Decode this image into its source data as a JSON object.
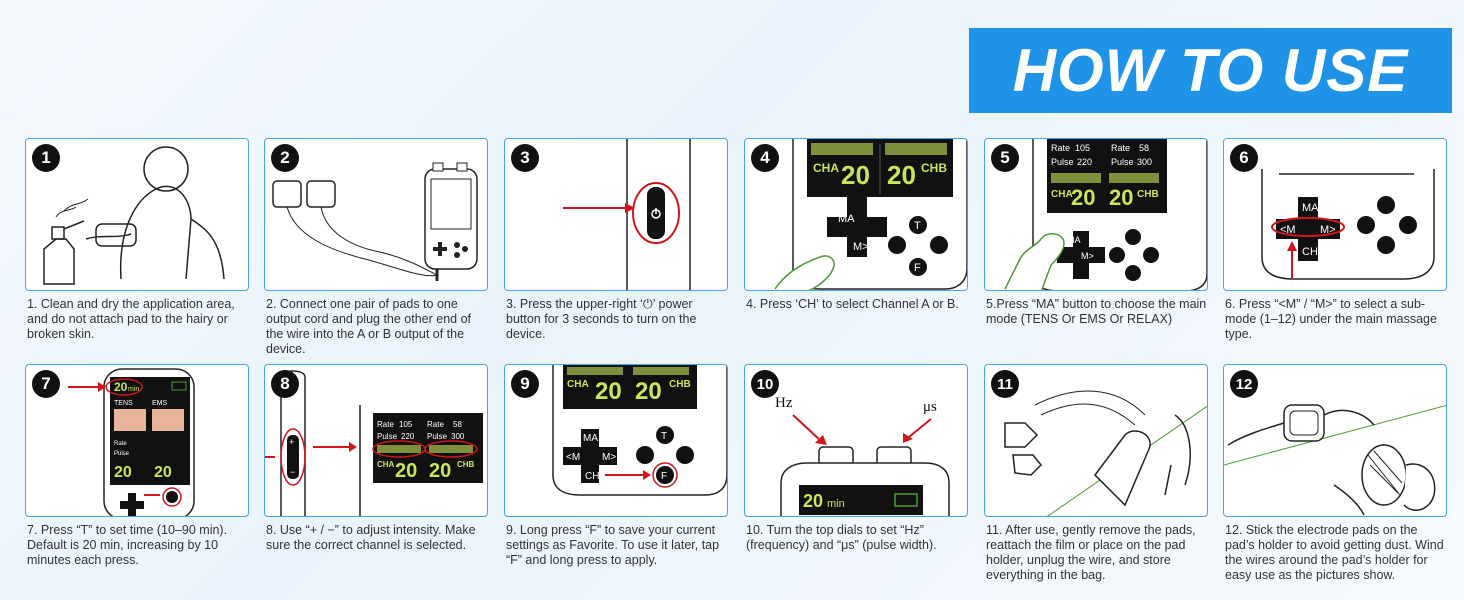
{
  "banner": {
    "title": "HOW TO USE"
  },
  "steps": [
    {
      "num": "1",
      "caption": "1. Clean and dry the application area, and do not attach pad to the hairy or broken skin."
    },
    {
      "num": "2",
      "caption": "2. Connect one pair of pads to one output cord and plug the other end of the wire into the A or B output of the device."
    },
    {
      "num": "3",
      "caption": "3. Press the upper-right ‘⏻’ power button for 3 seconds to turn on the device."
    },
    {
      "num": "4",
      "caption": "4. Press ‘CH’ to select Channel A or B."
    },
    {
      "num": "5",
      "caption": "5.Press “MA” button to choose the main mode (TENS Or EMS Or RELAX)"
    },
    {
      "num": "6",
      "caption": "6. Press “<M” / “M>” to select a sub-mode (1–12) under the main massage type."
    },
    {
      "num": "7",
      "caption": "7. Press “T” to set time (10–90 min). Default is 20 min,  increasing by 10 minutes each press."
    },
    {
      "num": "8",
      "caption": "8. Use “+ / −” to adjust intensity. Make sure the correct channel is selected."
    },
    {
      "num": "9",
      "caption": "9. Long press “F” to save your current settings as Favorite. To use it later, tap “F” and long press to apply."
    },
    {
      "num": "10",
      "caption": "10. Turn the top dials to set “Hz” (frequency) and “μs” (pulse width)."
    },
    {
      "num": "11",
      "caption": "11. After use, gently remove the pads, reattach the film or place on the pad holder, unplug the wire, and store everything in the bag."
    },
    {
      "num": "12",
      "caption": "12. Stick the electrode pads on the pad’s holder to avoid getting dust. Wind the wires around the pad’s holder for easy use as the pictures show."
    }
  ],
  "device": {
    "cha": "CHA",
    "chb": "CHB",
    "value_a": "20",
    "value_b": "20",
    "rate_label": "Rate",
    "pulse_label": "Pulse",
    "rate_a": "105",
    "rate_b": "58",
    "rate_unit": "Hz",
    "pulse_a": "220",
    "pulse_b": "300",
    "pulse_unit": "μs",
    "btn_ma": "MA",
    "btn_ch": "CH",
    "btn_ml": "<M",
    "btn_mr": "M>",
    "btn_t": "T",
    "btn_f": "F",
    "plus": "+",
    "minus": "−",
    "time": "20",
    "time_unit": "min",
    "tens": "TENS",
    "ems": "EMS",
    "hz": "Hz",
    "us": "μs"
  },
  "colors": {
    "accent": "#1e93e8",
    "card_border": "#4aa6e8",
    "marker": "#d0161c",
    "lcd_green": "#c8e65a"
  }
}
